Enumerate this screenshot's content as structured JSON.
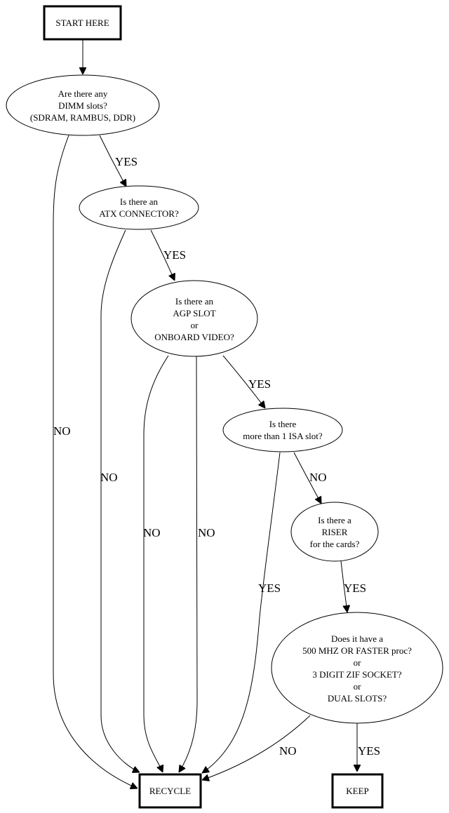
{
  "diagram": {
    "type": "flowchart",
    "colors": {
      "stroke": "#000000",
      "background": "#ffffff"
    },
    "nodes": {
      "start": {
        "shape": "box",
        "lines": [
          "START HERE"
        ]
      },
      "dimm": {
        "shape": "ellipse",
        "lines": [
          "Are there any",
          "DIMM slots?",
          "(SDRAM, RAMBUS, DDR)"
        ]
      },
      "atx": {
        "shape": "ellipse",
        "lines": [
          "Is there an",
          "ATX CONNECTOR?"
        ]
      },
      "agp": {
        "shape": "ellipse",
        "lines": [
          "Is there an",
          "AGP SLOT",
          "or",
          "ONBOARD VIDEO?"
        ]
      },
      "isa": {
        "shape": "ellipse",
        "lines": [
          "Is there",
          "more than 1 ISA slot?"
        ]
      },
      "riser": {
        "shape": "ellipse",
        "lines": [
          "Is there a",
          "RISER",
          "for the cards?"
        ]
      },
      "proc": {
        "shape": "ellipse",
        "lines": [
          "Does it have a",
          "500 MHZ OR FASTER proc?",
          "or",
          "3 DIGIT ZIF SOCKET?",
          "or",
          "DUAL SLOTS?"
        ]
      },
      "recycle": {
        "shape": "box",
        "lines": [
          "RECYCLE"
        ]
      },
      "keep": {
        "shape": "box",
        "lines": [
          "KEEP"
        ]
      }
    },
    "edges": [
      {
        "id": "start-dimm",
        "from": "start",
        "to": "dimm",
        "label": ""
      },
      {
        "id": "dimm-atx",
        "from": "dimm",
        "to": "atx",
        "label": "YES"
      },
      {
        "id": "dimm-recycle",
        "from": "dimm",
        "to": "recycle",
        "label": "NO"
      },
      {
        "id": "atx-agp",
        "from": "atx",
        "to": "agp",
        "label": "YES"
      },
      {
        "id": "atx-recycle",
        "from": "atx",
        "to": "recycle",
        "label": "NO"
      },
      {
        "id": "agp-isa",
        "from": "agp",
        "to": "isa",
        "label": "YES"
      },
      {
        "id": "agp-recycle-1",
        "from": "agp",
        "to": "recycle",
        "label": "NO"
      },
      {
        "id": "agp-recycle-2",
        "from": "agp",
        "to": "recycle",
        "label": "NO"
      },
      {
        "id": "isa-riser",
        "from": "isa",
        "to": "riser",
        "label": "NO"
      },
      {
        "id": "isa-recycle",
        "from": "isa",
        "to": "recycle",
        "label": "YES"
      },
      {
        "id": "riser-proc",
        "from": "riser",
        "to": "proc",
        "label": "YES"
      },
      {
        "id": "proc-recycle",
        "from": "proc",
        "to": "recycle",
        "label": "NO"
      },
      {
        "id": "proc-keep",
        "from": "proc",
        "to": "keep",
        "label": "YES"
      }
    ]
  }
}
